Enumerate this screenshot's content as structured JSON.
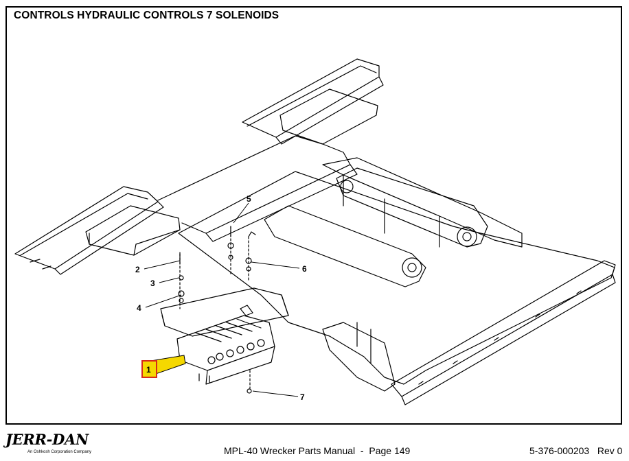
{
  "title": "CONTROLS HYDRAULIC CONTROLS 7 SOLENOIDS",
  "callouts": [
    "1",
    "2",
    "3",
    "4",
    "5",
    "6",
    "7"
  ],
  "footer": {
    "logo": "JERR-DAN",
    "tagline": "An Oshkosh Corporation Company",
    "manual": "MPL-40 Wrecker Parts Manual  -  Page 149",
    "doc_number": "5-376-000203   Rev 0"
  },
  "colors": {
    "highlight": "#f5d800",
    "highlight_border": "#d62a1b",
    "line": "#000000"
  }
}
